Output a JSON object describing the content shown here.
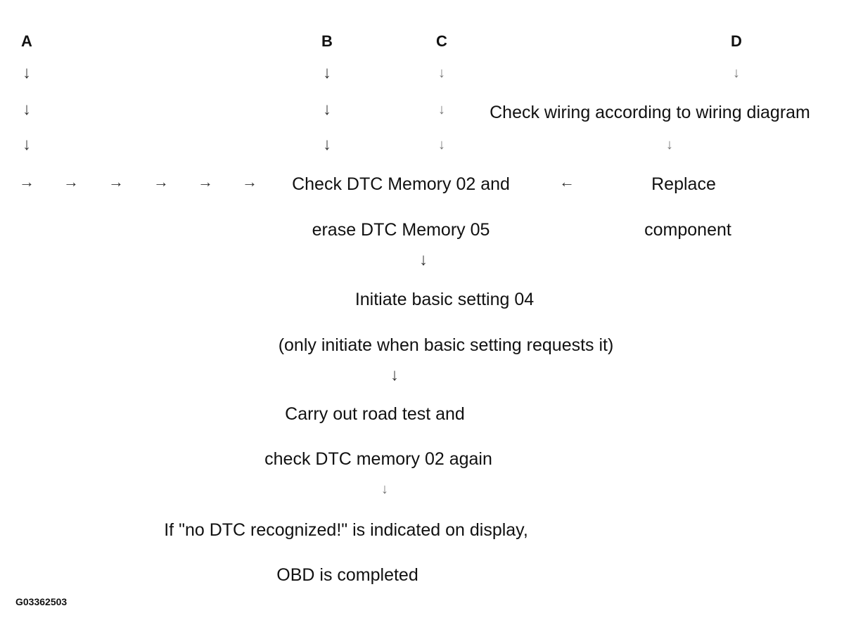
{
  "columns": {
    "a": "A",
    "b": "B",
    "c": "C",
    "d": "D"
  },
  "arrows": {
    "down": "↓",
    "right": "→",
    "left": "←"
  },
  "steps": {
    "check_wiring": "Check wiring according to wiring diagram",
    "check_dtc_line1": "Check DTC Memory 02 and",
    "check_dtc_line2": "erase DTC Memory 05",
    "replace_line1": "Replace",
    "replace_line2": "component",
    "basic_setting_line1": "Initiate basic setting 04",
    "basic_setting_line2": "(only initiate when basic setting requests it)",
    "road_test_line1": "Carry out road test and",
    "road_test_line2": "check DTC memory 02 again",
    "completed_line1": "If \"no DTC recognized!\" is indicated on display,",
    "completed_line2": "OBD is completed"
  },
  "figure_id": "G03362503"
}
